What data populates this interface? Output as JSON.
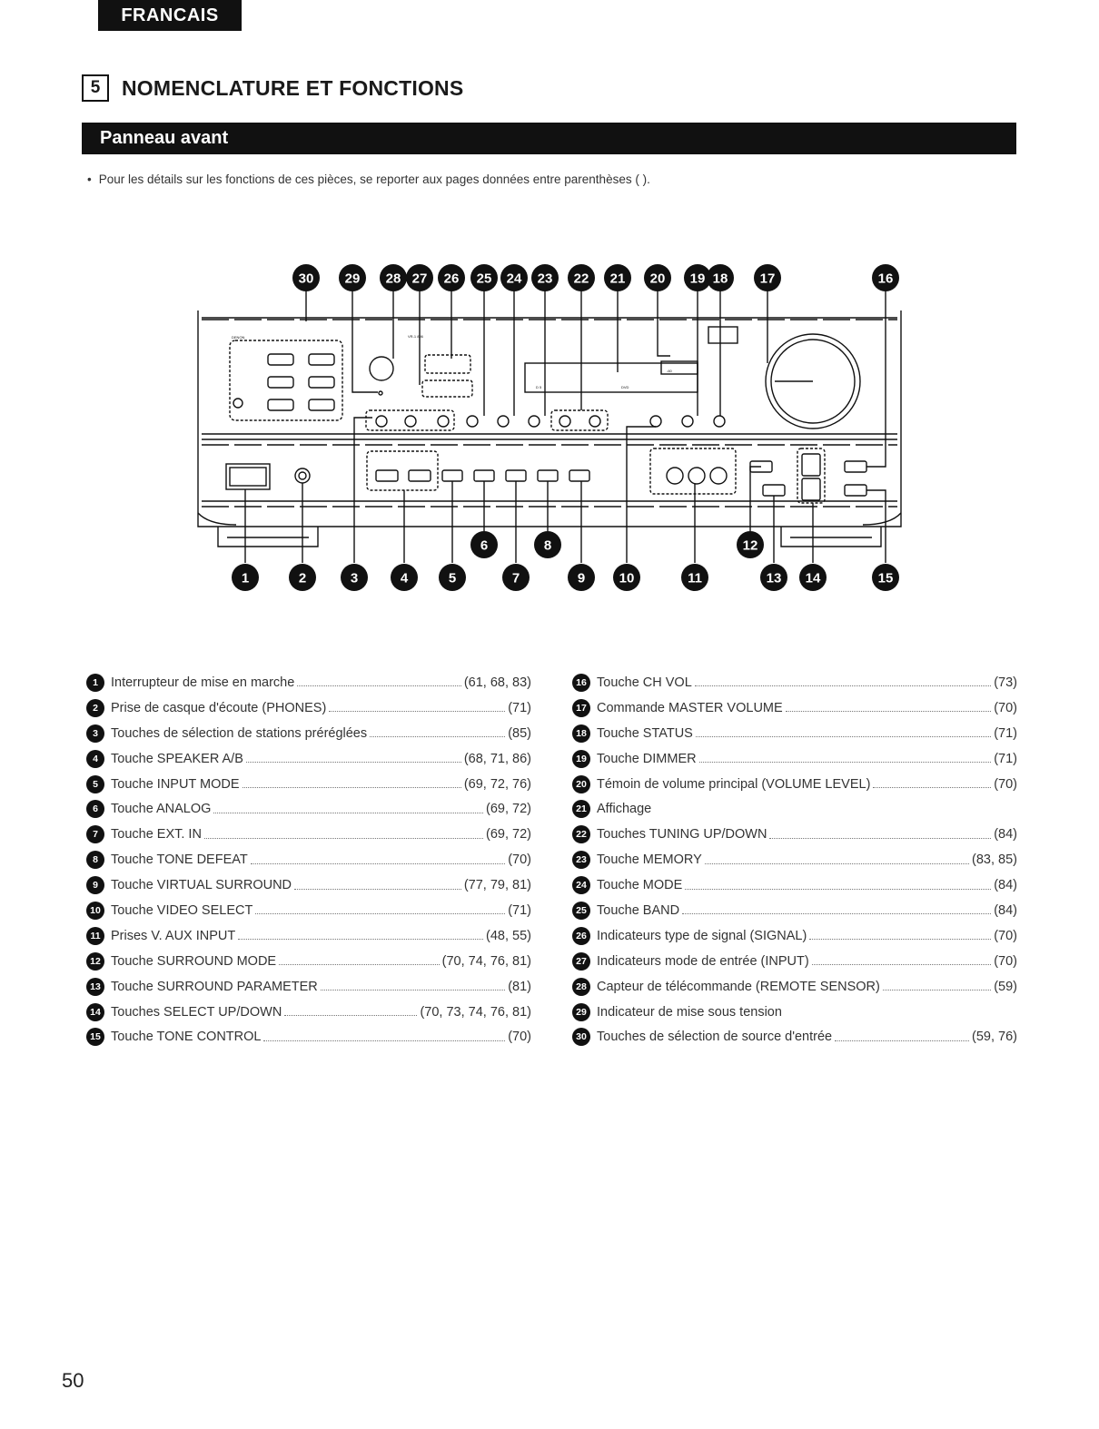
{
  "header": {
    "language_tab": "FRANCAIS"
  },
  "section": {
    "number": "5",
    "title": "NOMENCLATURE ET FONCTIONS"
  },
  "subsection": {
    "title": "Panneau avant"
  },
  "intro": {
    "text": "Pour les détails sur les fonctions de ces pièces, se reporter aux pages données entre parenthèses (  )."
  },
  "device": {
    "brand": "DENON",
    "model": "VR-1 806",
    "display_source": "DVD",
    "display_left": "D  5",
    "display_level": "-60",
    "callout_labels_top": [
      "30",
      "29",
      "28",
      "27",
      "26",
      "25",
      "24",
      "23",
      "22",
      "21",
      "20",
      "19",
      "18",
      "17",
      "16"
    ],
    "callout_labels_bottom": [
      "1",
      "2",
      "3",
      "4",
      "5",
      "7",
      "9",
      "10",
      "11",
      "13",
      "14",
      "15"
    ],
    "callout_labels_mid": [
      "6",
      "8",
      "12"
    ]
  },
  "legend_left": [
    {
      "num": "1",
      "label": "Interrupteur de mise en marche",
      "pages": "(61, 68, 83)"
    },
    {
      "num": "2",
      "label": "Prise de casque d'écoute (PHONES)",
      "pages": "(71)"
    },
    {
      "num": "3",
      "label": "Touches de sélection de stations préréglées",
      "pages": "(85)"
    },
    {
      "num": "4",
      "label": "Touche SPEAKER A/B",
      "pages": "(68, 71, 86)"
    },
    {
      "num": "5",
      "label": "Touche INPUT MODE",
      "pages": "(69, 72, 76)"
    },
    {
      "num": "6",
      "label": "Touche ANALOG",
      "pages": "(69, 72)"
    },
    {
      "num": "7",
      "label": "Touche EXT. IN",
      "pages": "(69, 72)"
    },
    {
      "num": "8",
      "label": "Touche TONE DEFEAT",
      "pages": "(70)"
    },
    {
      "num": "9",
      "label": "Touche VIRTUAL SURROUND",
      "pages": "(77, 79, 81)"
    },
    {
      "num": "10",
      "label": "Touche VIDEO SELECT",
      "pages": "(71)"
    },
    {
      "num": "11",
      "label": "Prises V. AUX INPUT",
      "pages": "(48, 55)"
    },
    {
      "num": "12",
      "label": "Touche SURROUND MODE",
      "pages": "(70, 74, 76, 81)"
    },
    {
      "num": "13",
      "label": "Touche SURROUND PARAMETER",
      "pages": "(81)"
    },
    {
      "num": "14",
      "label": "Touches SELECT UP/DOWN",
      "pages": "(70, 73, 74, 76, 81)"
    },
    {
      "num": "15",
      "label": "Touche TONE CONTROL",
      "pages": "(70)"
    }
  ],
  "legend_right": [
    {
      "num": "16",
      "label": "Touche CH VOL",
      "pages": "(73)"
    },
    {
      "num": "17",
      "label": "Commande MASTER VOLUME",
      "pages": "(70)"
    },
    {
      "num": "18",
      "label": "Touche STATUS",
      "pages": "(71)"
    },
    {
      "num": "19",
      "label": "Touche DIMMER",
      "pages": "(71)"
    },
    {
      "num": "20",
      "label": "Témoin de volume principal (VOLUME LEVEL)",
      "pages": "(70)"
    },
    {
      "num": "21",
      "label": "Affichage",
      "pages": ""
    },
    {
      "num": "22",
      "label": "Touches TUNING UP/DOWN",
      "pages": "(84)"
    },
    {
      "num": "23",
      "label": "Touche MEMORY",
      "pages": "(83, 85)"
    },
    {
      "num": "24",
      "label": "Touche MODE",
      "pages": "(84)"
    },
    {
      "num": "25",
      "label": "Touche BAND",
      "pages": "(84)"
    },
    {
      "num": "26",
      "label": "Indicateurs type de signal (SIGNAL)",
      "pages": "(70)"
    },
    {
      "num": "27",
      "label": "Indicateurs mode de entrée (INPUT)",
      "pages": "(70)"
    },
    {
      "num": "28",
      "label": "Capteur de télécommande (REMOTE SENSOR)",
      "pages": "(59)"
    },
    {
      "num": "29",
      "label": "Indicateur de mise sous tension",
      "pages": ""
    },
    {
      "num": "30",
      "label": "Touches de sélection de source d'entrée",
      "pages": "(59, 76)"
    }
  ],
  "footer": {
    "page_number": "50"
  }
}
